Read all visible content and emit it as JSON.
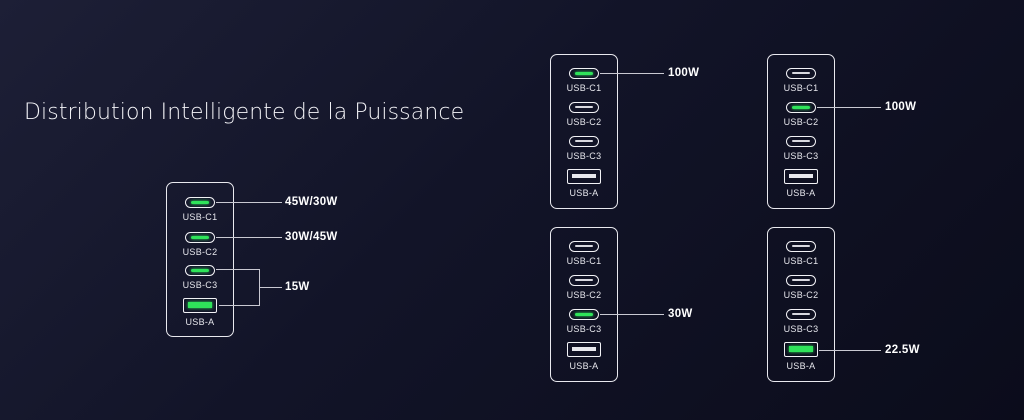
{
  "title": "Distribution Intelligente de la Puissance",
  "colors": {
    "active": "#2fe35a",
    "outline": "#e9e9ef"
  },
  "port_labels": {
    "c1": "USB-C1",
    "c2": "USB-C2",
    "c3": "USB-C3",
    "a": "USB-A"
  },
  "configs": [
    {
      "name": "all-ports",
      "active": [
        "c1",
        "c2",
        "c3",
        "a"
      ],
      "outputs": [
        "45W/30W",
        "30W/45W",
        "15W"
      ]
    },
    {
      "name": "c1-only",
      "active": [
        "c1"
      ],
      "outputs": [
        "100W"
      ]
    },
    {
      "name": "c2-only",
      "active": [
        "c2"
      ],
      "outputs": [
        "100W"
      ]
    },
    {
      "name": "c3-only",
      "active": [
        "c3"
      ],
      "outputs": [
        "30W"
      ]
    },
    {
      "name": "a-only",
      "active": [
        "a"
      ],
      "outputs": [
        "22.5W"
      ]
    }
  ]
}
